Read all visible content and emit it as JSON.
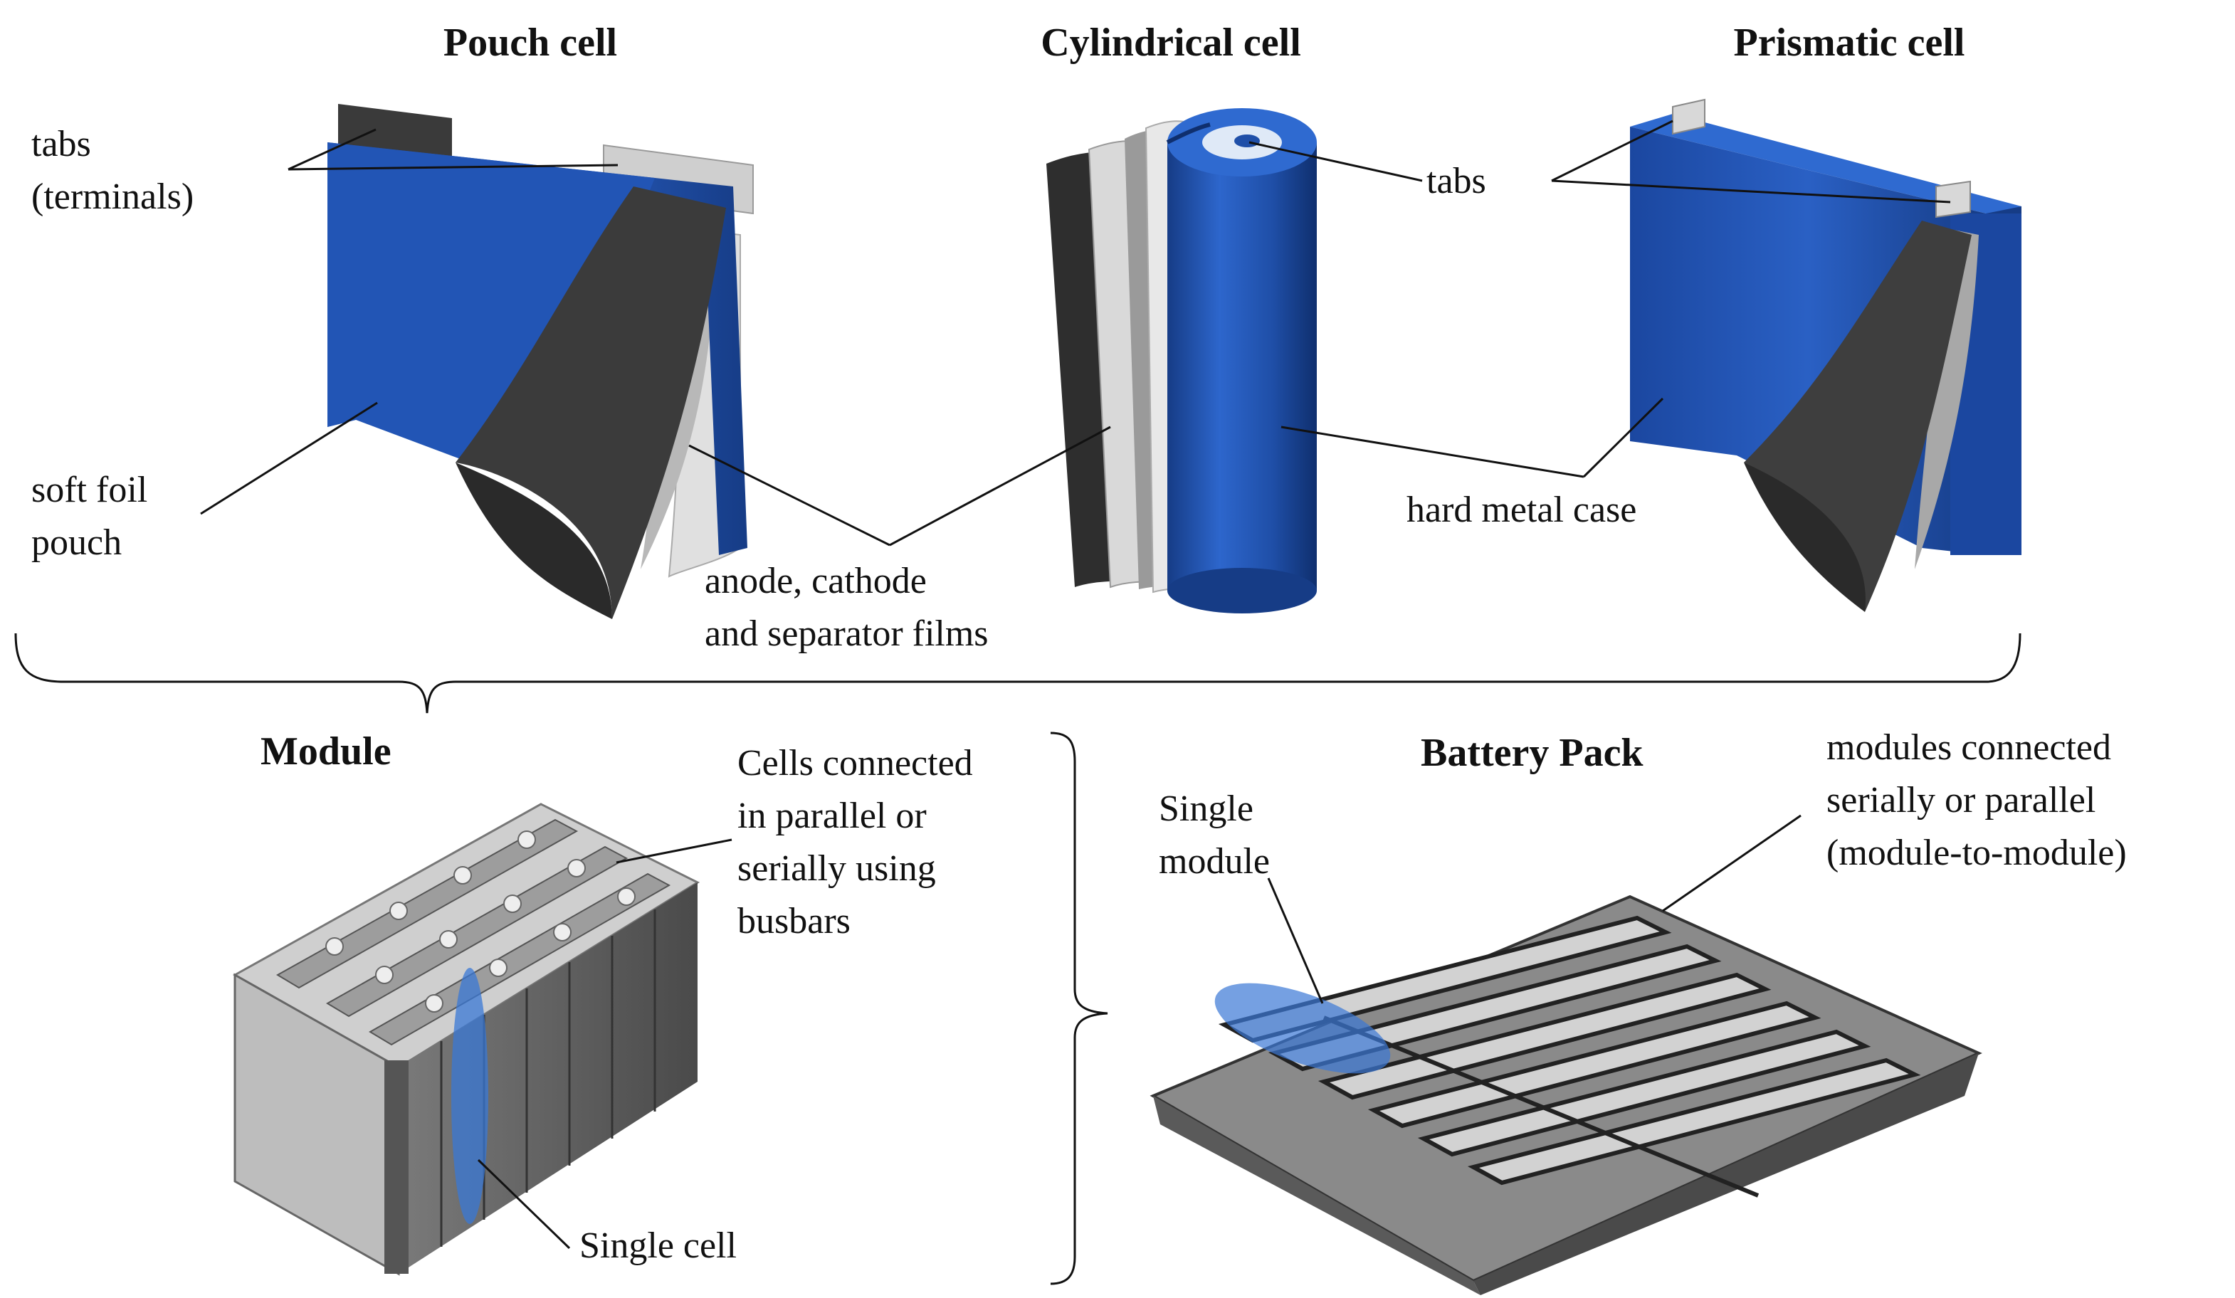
{
  "titles": {
    "pouch": "Pouch cell",
    "cylindrical": "Cylindrical cell",
    "prismatic": "Prismatic cell",
    "module": "Module",
    "pack": "Battery Pack"
  },
  "labels": {
    "tabs_terminals": "tabs\n(terminals)",
    "soft_foil_pouch": "soft foil\npouch",
    "tabs": "tabs",
    "electrode_films": "anode, cathode\nand separator films",
    "hard_metal_case": "hard metal case",
    "cells_connected": "Cells connected\nin parallel or\nserially using\nbusbars",
    "single_cell": "Single cell",
    "single_module": "Single\nmodule",
    "modules_connected": "modules connected\nserially or parallel\n(module-to-module)"
  },
  "colors": {
    "cell_blue": "#1f4fa8",
    "cell_blue_dark": "#163c86",
    "film_dark": "#3a3a3a",
    "film_light": "#c9c9c9",
    "metal_light": "#d6d6d6",
    "metal_mid": "#9a9a9a",
    "metal_dark": "#5a5a5a",
    "highlight_blue": "#3a78d6",
    "line": "#111111"
  }
}
